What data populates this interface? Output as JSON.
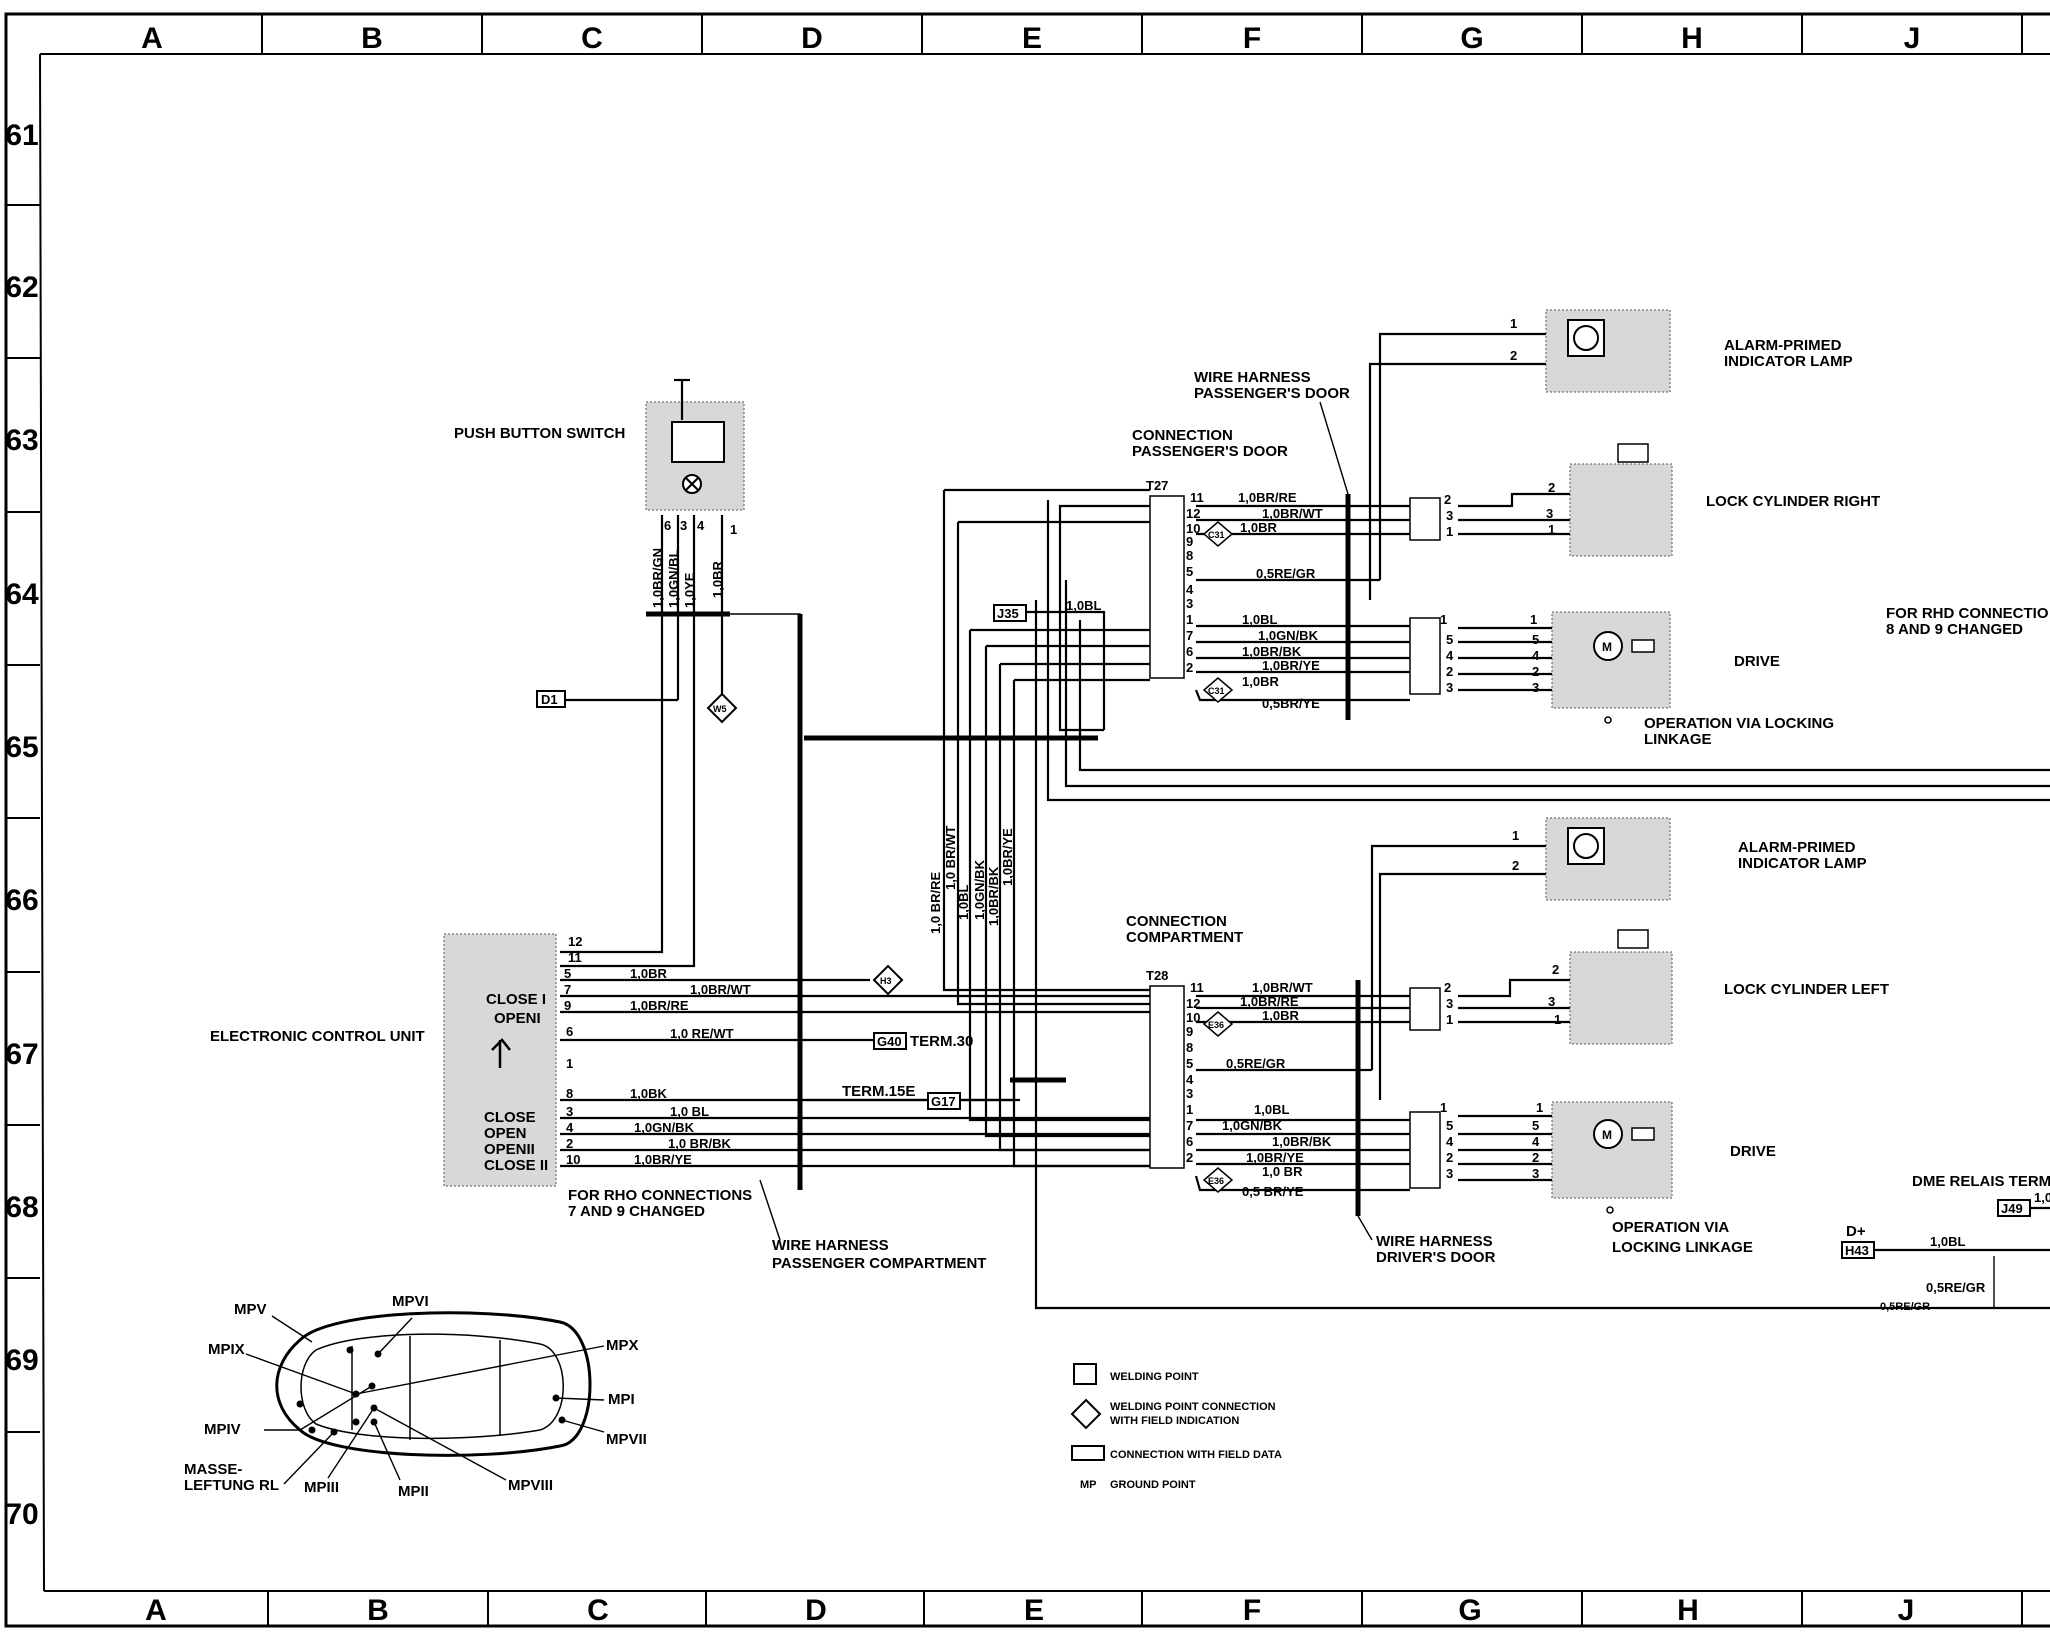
{
  "grid": {
    "columns": [
      "A",
      "B",
      "C",
      "D",
      "E",
      "F",
      "G",
      "H",
      "J"
    ],
    "rows": [
      "61",
      "62",
      "63",
      "64",
      "65",
      "66",
      "67",
      "68",
      "69",
      "70"
    ]
  },
  "labels": {
    "push_button_switch": "PUSH BUTTON SWITCH",
    "ecu": "ELECTRONIC CONTROL UNIT",
    "ecu_close1": "CLOSE I",
    "ecu_open1": "OPENI",
    "ecu_close": "CLOSE",
    "ecu_open": "OPEN",
    "ecu_open2": "OPENII",
    "ecu_close2": "CLOSE II",
    "rho_note_1": "FOR RHO CONNECTIONS",
    "rho_note_2": "7 AND 9 CHANGED",
    "harness_pass_comp_1": "WIRE HARNESS",
    "harness_pass_comp_2": "PASSENGER COMPARTMENT",
    "harness_pass_door_1": "WIRE HARNESS",
    "harness_pass_door_2": "PASSENGER'S DOOR",
    "conn_pass_door_1": "CONNECTION",
    "conn_pass_door_2": "PASSENGER'S DOOR",
    "conn_comp_1": "CONNECTION",
    "conn_comp_2": "COMPARTMENT",
    "harness_driver_door_1": "WIRE HARNESS",
    "harness_driver_door_2": "DRIVER'S DOOR",
    "alarm_lamp_1": "ALARM-PRIMED",
    "alarm_lamp_2": "INDICATOR LAMP",
    "lock_cyl_right": "LOCK CYLINDER RIGHT",
    "lock_cyl_left": "LOCK CYLINDER LEFT",
    "drive": "DRIVE",
    "op_linkage_1": "OPERATION VIA LOCKING",
    "op_linkage_2": "LINKAGE",
    "op_linkage_3": "OPERATION VIA",
    "op_linkage_4": "LOCKING LINKAGE",
    "rhd_note_1": "FOR RHD CONNECTIO",
    "rhd_note_2": "8 AND 9 CHANGED",
    "dme_relais": "DME RELAIS TERM",
    "d_plus": "D+",
    "term30": "TERM.30",
    "term15e": "TERM.15E",
    "t27": "T27",
    "t28": "T28"
  },
  "connectors": {
    "D1": "D1",
    "J35": "J35",
    "G40": "G40",
    "G17": "G17",
    "J49": "J49",
    "H43": "H43",
    "C31": "C31",
    "E36": "E36",
    "H3": "H3",
    "W5": "W5"
  },
  "wires": {
    "sw_1": "1,0BR/GN",
    "sw_2": "1,0GN/BL",
    "sw_3": "1,0YE",
    "sw_4": "1,0BR",
    "ecu_5": "1,0BR",
    "ecu_7": "1,0BR/WT",
    "ecu_9": "1,0BR/RE",
    "ecu_6": "1,0 RE/WT",
    "ecu_8": "1,0BK",
    "ecu_3": "1,0 BL",
    "ecu_4": "1,0GN/BK",
    "ecu_2": "1,0 BR/BK",
    "ecu_10": "1,0BR/YE",
    "v1": "1,0 BR/RE",
    "v2": "1,0 BR/WT",
    "v3": "1,0BL",
    "v4": "1,0GN/BK",
    "v5": "1,0BR/BK",
    "v6": "1,0BR/YE",
    "j35": "1,0BL",
    "pd_11": "1,0BR/RE",
    "pd_12": "1,0BR/WT",
    "pd_10": "1,0BR",
    "pd_5": "0,5RE/GR",
    "pd_1": "1,0BL",
    "pd_7": "1,0GN/BK",
    "pd_6": "1,0BR/BK",
    "pd_2": "1,0BR/YE",
    "pd_3": "1,0BR",
    "pd_x": "0,5BR/YE",
    "cc_11": "1,0BR/WT",
    "cc_12": "1,0BR/RE",
    "cc_10": "1,0BR",
    "cc_5": "0,5RE/GR",
    "cc_1": "1,0BL",
    "cc_7": "1,0GN/BK",
    "cc_6": "1,0BR/BK",
    "cc_2": "1,0BR/YE",
    "cc_3": "1,0 BR",
    "cc_x": "0,5 BR/YE",
    "h43": "1,0BL",
    "re_gr_1": "0,5RE/GR",
    "re_gr_2": "0,5RE/GR",
    "j49": "1,0"
  },
  "pins": {
    "sw": [
      "6",
      "3",
      "4",
      "1"
    ],
    "ecu": [
      "12",
      "11",
      "5",
      "7",
      "9",
      "6",
      "1",
      "8",
      "3",
      "4",
      "2",
      "10"
    ],
    "t27": [
      "11",
      "12",
      "10",
      "9",
      "8",
      "5",
      "4",
      "3",
      "1",
      "7",
      "6",
      "2"
    ],
    "t28": [
      "11",
      "12",
      "10",
      "9",
      "8",
      "5",
      "4",
      "3",
      "1",
      "7",
      "6",
      "2"
    ],
    "relay_a": [
      "2",
      "3",
      "1"
    ],
    "relay_b": [
      "1",
      "5",
      "4",
      "2",
      "3"
    ],
    "lamp": [
      "1",
      "2"
    ],
    "lock": [
      "2",
      "3",
      "1"
    ],
    "motor": [
      "1",
      "5",
      "4",
      "2",
      "3"
    ]
  },
  "ground_points": {
    "MPV": "MPV",
    "MPVI": "MPVI",
    "MPIX": "MPIX",
    "MPX": "MPX",
    "MPI": "MPI",
    "MPIV": "MPIV",
    "MPVII": "MPVII",
    "MASSE_1": "MASSE-",
    "MASSE_2": "LEFTUNG RL",
    "MPIII": "MPIII",
    "MPII": "MPII",
    "MPVIII": "MPVIII"
  },
  "legend": {
    "weld": "WELDING POINT",
    "weld_conn_1": "WELDING POINT CONNECTION",
    "weld_conn_2": "WITH FIELD INDICATION",
    "conn_field": "CONNECTION WITH FIELD DATA",
    "mp_sym": "MP",
    "ground": "GROUND POINT"
  }
}
